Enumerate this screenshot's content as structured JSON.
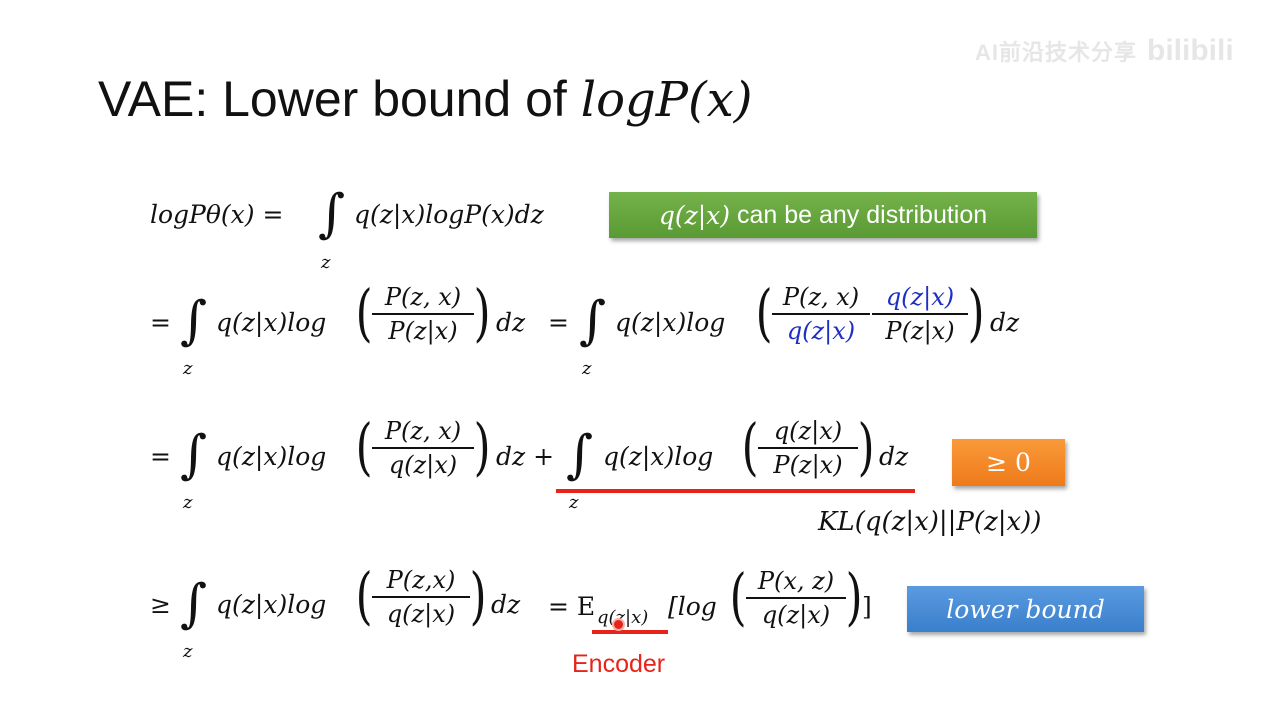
{
  "watermark": {
    "text": "AI前沿技术分享",
    "logo": "bilibili"
  },
  "title": {
    "prefix": "VAE: Lower bound of ",
    "math": "logP(x)"
  },
  "eq1": {
    "lhs": "logPθ(x) =",
    "int_sub": "z",
    "body": "q(z|x)logP(x)dz"
  },
  "eq2": {
    "eq_sign": "=",
    "int_sub": "z",
    "body": "q(z|x)log",
    "num": "P(z, x)",
    "den": "P(z|x)",
    "dz": "dz",
    "eq_sign2": "=",
    "int_sub2": "z",
    "body2": "q(z|x)log",
    "num2a": "P(z, x)",
    "den2a": "q(z|x)",
    "num2b": "q(z|x)",
    "den2b": "P(z|x)",
    "dz2": "dz"
  },
  "eq3": {
    "eq_sign": "=",
    "int_sub": "z",
    "body": "q(z|x)log",
    "num": "P(z, x)",
    "den": "q(z|x)",
    "dz": "dz +",
    "int_sub2": "z",
    "body2": "q(z|x)log",
    "num2": "q(z|x)",
    "den2": "P(z|x)",
    "dz2": "dz",
    "kl": "KL(q(z|x)||P(z|x))"
  },
  "eq4": {
    "ge_sign": "≥",
    "int_sub": "z",
    "body": "q(z|x)log",
    "num": "P(z,x)",
    "den": "q(z|x)",
    "dz": "dz",
    "eq_sign": "= E",
    "e_sub": "q(z|x)",
    "bracket_open": "[log",
    "num2": "P(x, z)",
    "den2": "q(z|x)",
    "bracket_close": "]"
  },
  "boxes": {
    "green": {
      "math": "q(z|x)",
      "text": " can be any distribution"
    },
    "orange": {
      "text": "≥ 0"
    },
    "blue": {
      "text": "lower bound"
    }
  },
  "annotation": {
    "encoder": "Encoder"
  },
  "colors": {
    "green": "#6aa83f",
    "orange": "#f48a2a",
    "blue": "#4a8ed8",
    "red": "#e8231a",
    "math_blue": "#1f2fc4"
  }
}
